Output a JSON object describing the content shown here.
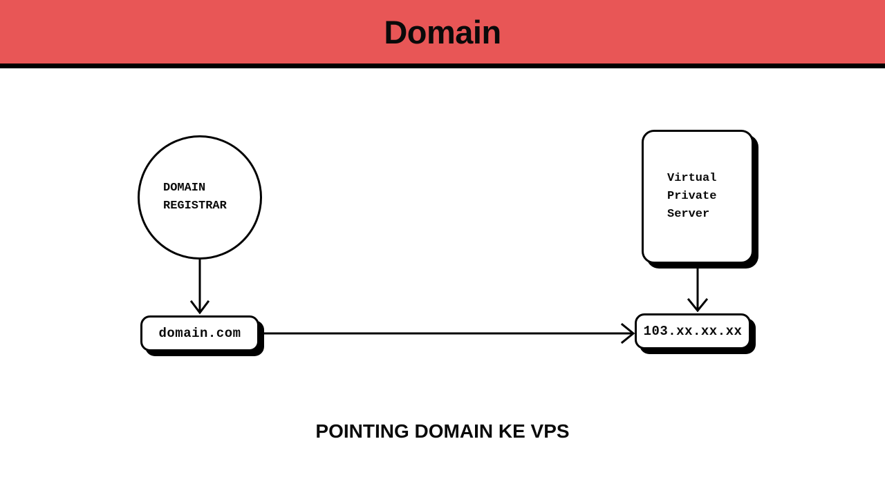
{
  "header": {
    "title": "Domain",
    "background_color": "#e85656",
    "text_color": "#0a0a0a",
    "border_color": "#000000"
  },
  "diagram": {
    "caption": "POINTING DOMAIN KE VPS",
    "stroke_color": "#000000",
    "fill_color": "#ffffff",
    "nodes": {
      "registrar": {
        "label": "DOMAIN\nREGISTRAR",
        "shape": "circle"
      },
      "vps": {
        "label": "Virtual\nPrivate\nServer",
        "shape": "rounded-rect"
      },
      "domain": {
        "label": "domain.com",
        "shape": "rounded-rect"
      },
      "ip": {
        "label": "103.xx.xx.xx",
        "shape": "rounded-rect"
      }
    },
    "connectors": [
      {
        "id": "registrar-to-domain",
        "from": "registrar",
        "to": "domain",
        "direction": "down"
      },
      {
        "id": "vps-to-ip",
        "from": "vps",
        "to": "ip",
        "direction": "down"
      },
      {
        "id": "domain-to-ip",
        "from": "domain",
        "to": "ip",
        "direction": "right"
      }
    ]
  }
}
